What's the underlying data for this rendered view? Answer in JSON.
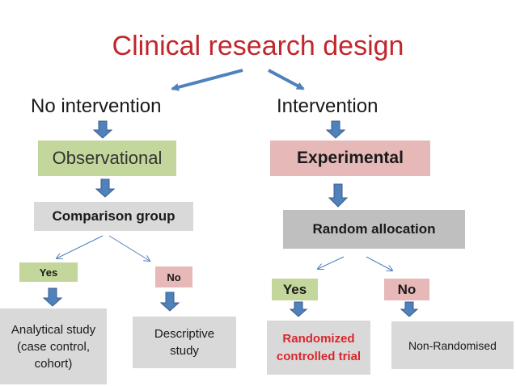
{
  "title": "Clinical research  design",
  "left": {
    "heading": "No intervention",
    "category": "Observational",
    "question": "Comparison group",
    "yes_label": "Yes",
    "no_label": "No",
    "yes_result": "Analytical study (case control, cohort)",
    "no_result": "Descriptive study"
  },
  "right": {
    "heading": "Intervention",
    "category": "Experimental",
    "question": "Random allocation",
    "yes_label": "Yes",
    "no_label": "No",
    "yes_result": "Randomized controlled trial",
    "no_result": "Non-Randomised"
  },
  "colors": {
    "title": "#c0272d",
    "arrow_blue": "#4f81bd",
    "green_box": "#c3d69b",
    "pink_box": "#e6b9b8",
    "grey_box": "#d9d9d9",
    "highlight_red": "#d9262b"
  }
}
